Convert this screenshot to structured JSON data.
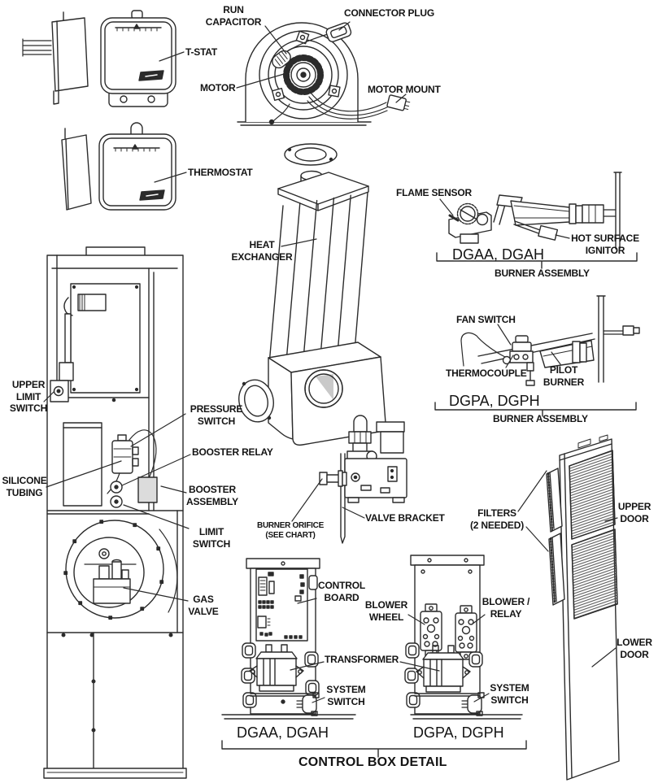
{
  "colors": {
    "ink": "#2b2b2b",
    "background": "#ffffff"
  },
  "labels": {
    "run_capacitor": "RUN\nCAPACITOR",
    "connector_plug": "CONNECTOR PLUG",
    "t_stat": "T-STAT",
    "motor": "MOTOR",
    "motor_mount": "MOTOR MOUNT",
    "thermostat": "THERMOSTAT",
    "heat_exchanger": "HEAT\nEXCHANGER",
    "flame_sensor": "FLAME SENSOR",
    "hot_surface_ignitor": "HOT SURFACE\nIGNITOR",
    "burner_assembly_dgaa": "BURNER ASSEMBLY",
    "fan_switch": "FAN SWITCH",
    "thermocouple": "THERMOCOUPLE",
    "pilot_burner": "PILOT\nBURNER",
    "burner_assembly_dgpa": "BURNER ASSEMBLY",
    "upper_limit_switch": "UPPER\nLIMIT\nSWITCH",
    "pressure_switch": "PRESSURE\nSWITCH",
    "booster_relay": "BOOSTER RELAY",
    "silicone_tubing": "SILICONE\nTUBING",
    "booster_assembly": "BOOSTER\nASSEMBLY",
    "limit_switch": "LIMIT\nSWITCH",
    "gas_valve": "GAS\nVALVE",
    "burner_orifice": "BURNER ORIFICE\n(SEE CHART)",
    "valve_bracket": "VALVE BRACKET",
    "filters": "FILTERS\n(2 NEEDED)",
    "upper_door": "UPPER\nDOOR",
    "lower_door": "LOWER\nDOOR",
    "control_board": "CONTROL\nBOARD",
    "blower_wheel": "BLOWER\nWHEEL",
    "blower_relay": "BLOWER /\nRELAY",
    "transformer": "TRANSFORMER",
    "system_switch_dgaa": "SYSTEM\nSWITCH",
    "system_switch_dgpa": "SYSTEM\nSWITCH"
  },
  "models": {
    "dgaa_burner": "DGAA, DGAH",
    "dgpa_burner": "DGPA, DGPH",
    "dgaa_control_box": "DGAA, DGAH",
    "dgpa_control_box": "DGPA, DGPH"
  },
  "caption": "CONTROL BOX DETAIL"
}
